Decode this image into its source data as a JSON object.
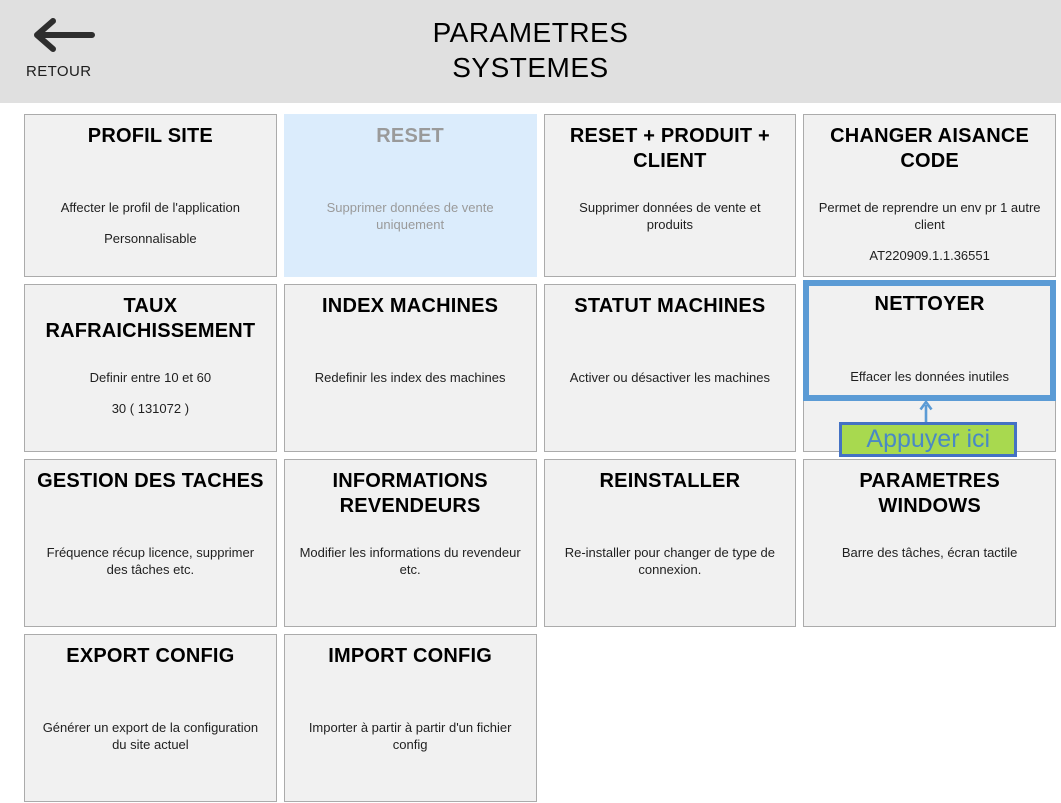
{
  "header": {
    "back_label": "RETOUR",
    "title_line1": "PARAMETRES",
    "title_line2": "SYSTEMES"
  },
  "annotation": {
    "label": "Appuyer ici"
  },
  "cards": {
    "profil_site": {
      "title": "PROFIL SITE",
      "line1": "Affecter le profil de l'application",
      "line2": "Personnalisable"
    },
    "reset": {
      "title": "RESET",
      "line1": "Supprimer données de vente uniquement"
    },
    "reset_produit_client": {
      "title": "RESET + PRODUIT + CLIENT",
      "line1": "Supprimer données de vente et produits"
    },
    "changer_aisance_code": {
      "title": "CHANGER AISANCE CODE",
      "line1": "Permet de reprendre un env pr 1 autre client",
      "line2": "AT220909.1.1.36551"
    },
    "taux_rafraichissement": {
      "title": "TAUX RAFRAICHISSEMENT",
      "line1": "Definir entre 10 et 60",
      "line2": "30 ( 131072 )"
    },
    "index_machines": {
      "title": "INDEX MACHINES",
      "line1": "Redefinir les index des machines"
    },
    "statut_machines": {
      "title": "STATUT MACHINES",
      "line1": "Activer ou désactiver les machines"
    },
    "nettoyer": {
      "title": "NETTOYER",
      "line1": "Effacer les données inutiles"
    },
    "gestion_taches": {
      "title": "GESTION DES TACHES",
      "line1": "Fréquence récup licence, supprimer des tâches etc."
    },
    "informations_revendeurs": {
      "title": "INFORMATIONS REVENDEURS",
      "line1": "Modifier les informations du revendeur etc."
    },
    "reinstaller": {
      "title": "REINSTALLER",
      "line1": "Re-installer pour changer de type de connexion."
    },
    "parametres_windows": {
      "title": "PARAMETRES WINDOWS",
      "line1": "Barre des tâches, écran tactile"
    },
    "export_config": {
      "title": "EXPORT CONFIG",
      "line1": "Générer un export de la configuration du site actuel"
    },
    "import_config": {
      "title": "IMPORT CONFIG",
      "line1": "Importer à partir à partir d'un fichier config"
    }
  },
  "colors": {
    "header-bg": "#e0e0e0",
    "card-bg": "#f1f1f1",
    "card-border": "#ababab",
    "reset-bg": "#dbecfc",
    "reset-text": "#9a9a9a",
    "accent-blue": "#5b9bd5",
    "callout-green": "#a8d94f",
    "callout-border": "#4472c4",
    "callout-text": "#4a89c4",
    "title-text": "#000000",
    "body-text": "#1f1f1f"
  }
}
